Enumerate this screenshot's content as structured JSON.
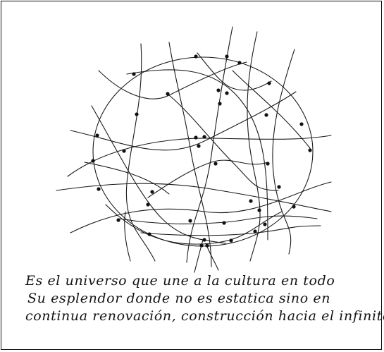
{
  "caption": {
    "lines": [
      "Es el universo que une a la cultura en todo",
      "Su esplendor donde no es estatica sino en",
      "continua renovación, construcción hacia el infinito."
    ]
  },
  "colors": {
    "ink": "#141414",
    "paper": "#ffffff"
  }
}
